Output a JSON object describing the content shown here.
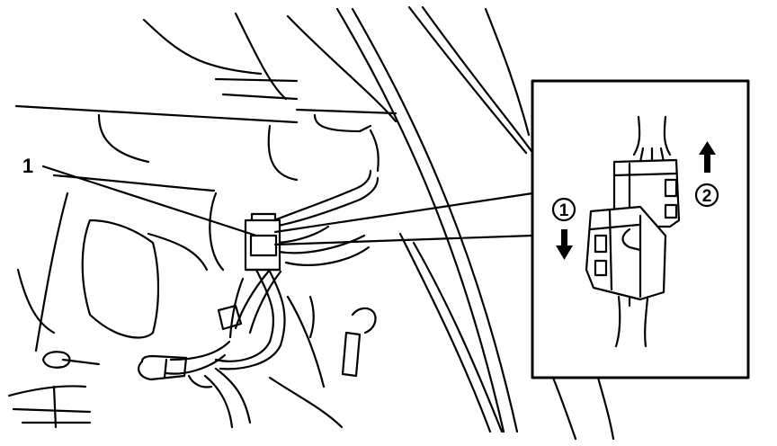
{
  "diagram": {
    "part_callout": "1",
    "step_1": "1",
    "step_2": "2",
    "step_1_arrow": "arrow-down-icon",
    "step_2_arrow": "arrow-up-icon"
  },
  "colors": {
    "line": "#000000",
    "background": "#ffffff"
  }
}
